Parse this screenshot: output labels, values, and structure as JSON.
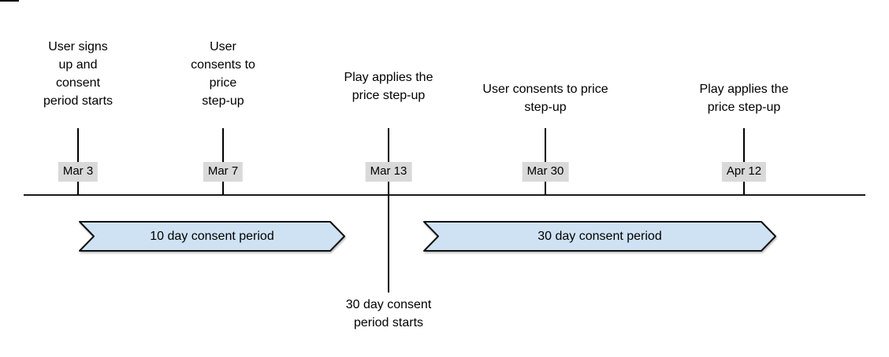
{
  "diagram": {
    "events": [
      {
        "date": "Mar 3",
        "label": "User signs\nup and\nconsent\nperiod starts"
      },
      {
        "date": "Mar 7",
        "label": "User\nconsents to\nprice\nstep-up"
      },
      {
        "date": "Mar 13",
        "label": "Play applies the\nprice step-up",
        "note": "30 day consent\nperiod starts"
      },
      {
        "date": "Mar 30",
        "label": "User consents to price\nstep-up"
      },
      {
        "date": "Apr 12",
        "label": "Play applies the\nprice step-up"
      }
    ],
    "periods": [
      {
        "label": "10 day consent period"
      },
      {
        "label": "30 day consent period"
      }
    ],
    "colors": {
      "period_fill": "#cfe2f3",
      "period_stroke": "#111111",
      "date_chip_bg": "#d9d9d9",
      "line": "#000000",
      "text": "#000000"
    }
  }
}
